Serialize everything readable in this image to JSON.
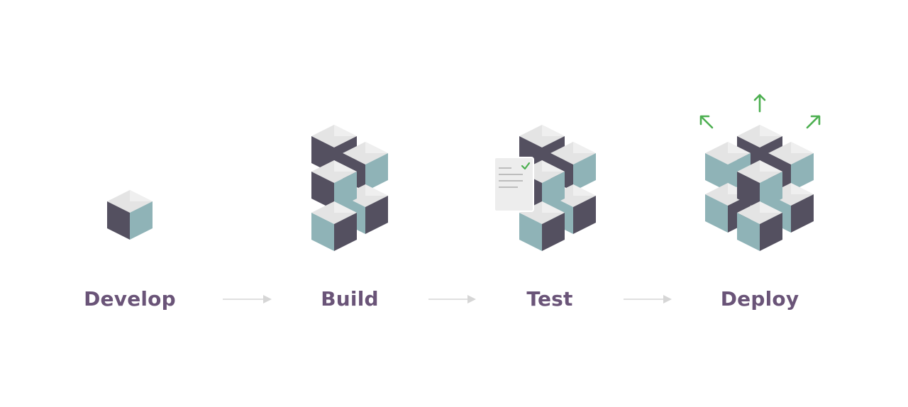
{
  "stages": [
    {
      "id": "develop",
      "label": "Develop"
    },
    {
      "id": "build",
      "label": "Build"
    },
    {
      "id": "test",
      "label": "Test"
    },
    {
      "id": "deploy",
      "label": "Deploy"
    }
  ],
  "colors": {
    "label": "#6a5478",
    "cube_top": "#e4e4e4",
    "cube_top_light": "#efefef",
    "cube_left_dark": "#545060",
    "cube_right_teal": "#8fb3b7",
    "arrow": "#cfcfcf",
    "document": "#ededed",
    "document_lines": "#bdbdbd",
    "accent_green": "#4caf50"
  },
  "icons": {
    "flow_arrow": "arrow-right-icon",
    "test_document": "document-check-icon",
    "deploy_arrows": "arrow-outward-icon"
  }
}
